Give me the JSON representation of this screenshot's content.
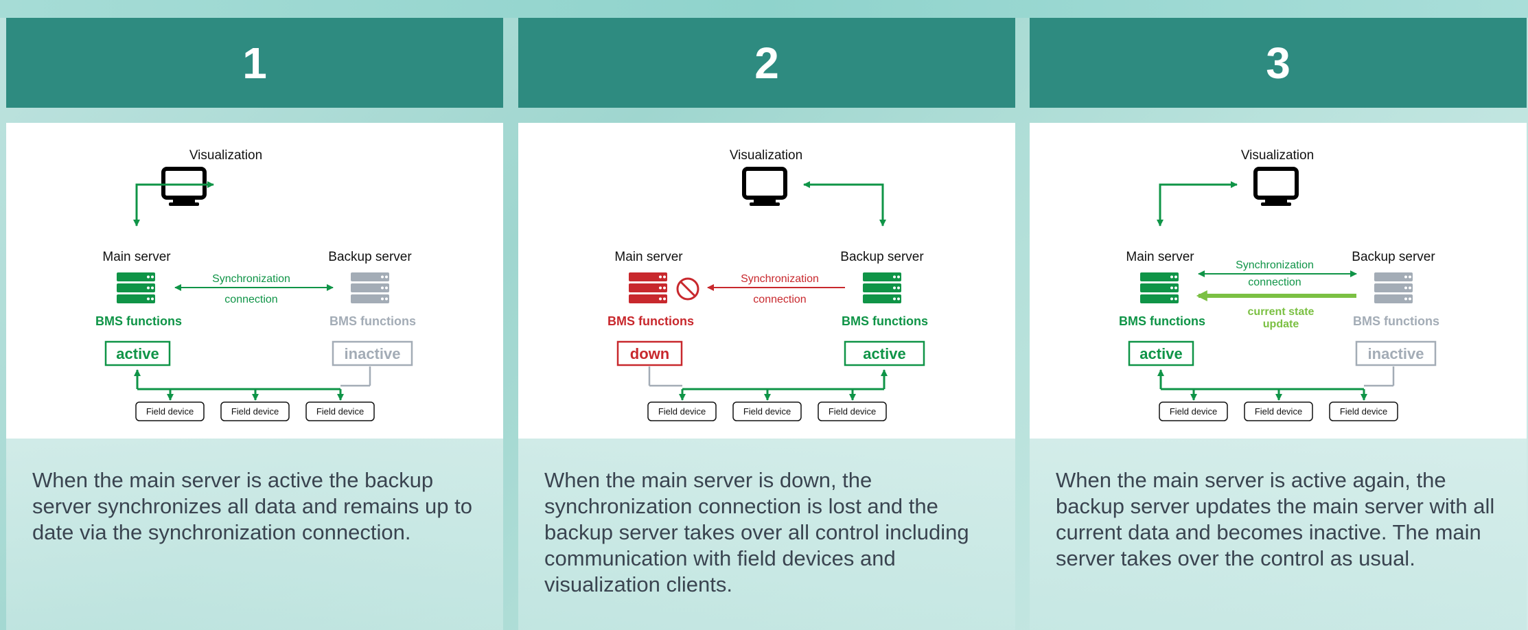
{
  "colors": {
    "header": "#2e8b80",
    "green": "#0f9447",
    "gray": "#a3acb6",
    "red": "#c8282d",
    "light_green": "#7bc043",
    "text": "#3a4450"
  },
  "panels": [
    {
      "number": "1",
      "visualization_label": "Visualization",
      "main_label": "Main server",
      "backup_label": "Backup server",
      "sync_line1": "Synchronization",
      "sync_line2": "connection",
      "main_bms": "BMS functions",
      "backup_bms": "BMS functions",
      "main_state": "active",
      "backup_state": "inactive",
      "field_devices": [
        "Field device",
        "Field device",
        "Field device"
      ],
      "description": "When the main server is active the backup server synchronizes all data and remains up to date via the synchronization connection."
    },
    {
      "number": "2",
      "visualization_label": "Visualization",
      "main_label": "Main server",
      "backup_label": "Backup server",
      "sync_line1": "Synchronization",
      "sync_line2": "connection",
      "main_bms": "BMS functions",
      "backup_bms": "BMS functions",
      "main_state": "down",
      "backup_state": "active",
      "field_devices": [
        "Field device",
        "Field device",
        "Field device"
      ],
      "description": "When the main server is down, the synchronization connection is lost and the backup server takes over all control including communication with field devices and visualization clients."
    },
    {
      "number": "3",
      "visualization_label": "Visualization",
      "main_label": "Main server",
      "backup_label": "Backup server",
      "sync_line1": "Synchronization",
      "sync_line2": "connection",
      "update_line1": "current state",
      "update_line2": "update",
      "main_bms": "BMS functions",
      "backup_bms": "BMS functions",
      "main_state": "active",
      "backup_state": "inactive",
      "field_devices": [
        "Field device",
        "Field device",
        "Field device"
      ],
      "description": "When the main server is active again, the backup server updates the main server with all current data and becomes inactive. The main server takes over the control as usual."
    }
  ]
}
